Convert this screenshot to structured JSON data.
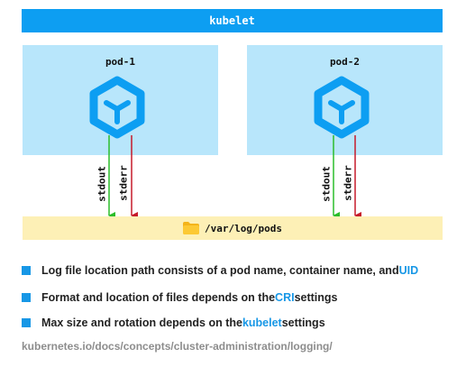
{
  "header": {
    "title": "kubelet"
  },
  "pods": [
    {
      "name": "pod-1",
      "streams": [
        "stdout",
        "stderr"
      ]
    },
    {
      "name": "pod-2",
      "streams": [
        "stdout",
        "stderr"
      ]
    }
  ],
  "logs": {
    "path": "/var/log/pods",
    "icon": "folder-icon"
  },
  "bullets": [
    {
      "text": "Log file location path consists of a pod name, container name, and ",
      "highlight": "UID",
      "suffix": ""
    },
    {
      "text": "Format and location of files depends on the ",
      "highlight": "CRI",
      "suffix": " settings"
    },
    {
      "text": "Max size and rotation depends on the ",
      "highlight": "kubelet",
      "suffix": " settings"
    }
  ],
  "footer": {
    "url": "kubernetes.io/docs/concepts/cluster-administration/logging/"
  },
  "colors": {
    "accent": "#0d9ef2",
    "pod_bg": "#b8e6fb",
    "logs_bg": "#fdf0b6",
    "stdout_arrow": "#2bbd2b",
    "stderr_arrow": "#c61a2a"
  }
}
